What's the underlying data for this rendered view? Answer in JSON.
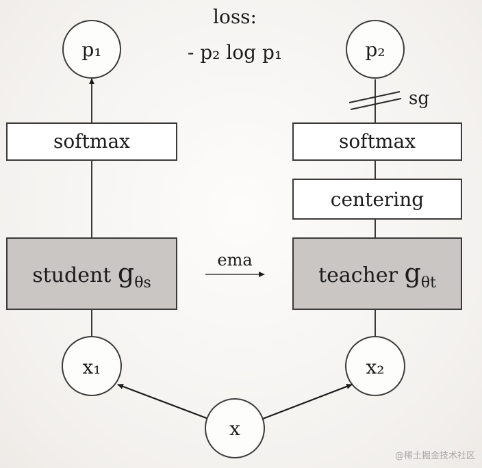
{
  "loss": {
    "title": "loss:",
    "formula": "- p₂ log p₁"
  },
  "student": {
    "output": "p₁",
    "softmax": "softmax",
    "network": "student",
    "symbol": "g",
    "symbol_sub": "θs",
    "input": "x₁"
  },
  "teacher": {
    "output": "p₂",
    "stop_grad": "sg",
    "softmax": "softmax",
    "centering": "centering",
    "network": "teacher",
    "symbol": "g",
    "symbol_sub": "θt",
    "input": "x₂"
  },
  "ema_label": "ema",
  "image_input": "x",
  "watermark": "@稀土掘金技术社区",
  "colors": {
    "network_fill": "#c9c6c4",
    "box_fill": "#ffffff",
    "stroke": "#3a3a3a"
  }
}
